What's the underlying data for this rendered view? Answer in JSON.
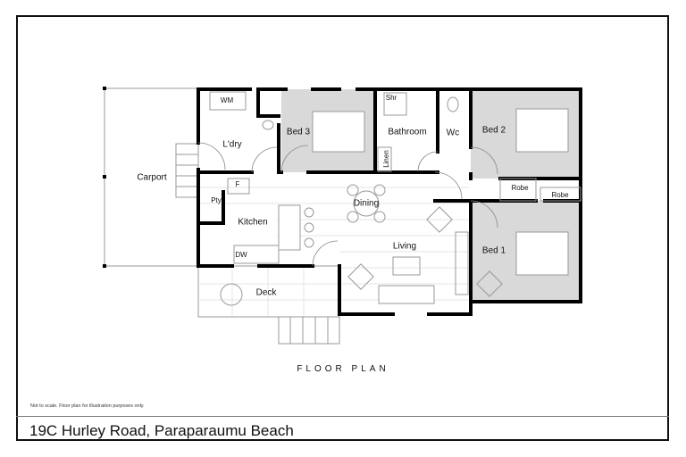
{
  "plan": {
    "caption": "FLOOR PLAN",
    "rooms": {
      "carport": "Carport",
      "wm": "WM",
      "laundry": "L'dry",
      "bed3": "Bed 3",
      "shower": "Shr",
      "bathroom": "Bathroom",
      "wc": "Wc",
      "linen": "Linen",
      "bed2": "Bed 2",
      "robe1": "Robe",
      "robe2": "Robe",
      "fridge": "F",
      "pantry": "Pty",
      "dining": "Dining",
      "kitchen": "Kitchen",
      "living": "Living",
      "bed1": "Bed 1",
      "dishwasher": "DW",
      "deck": "Deck"
    }
  },
  "footer": {
    "disclaimer": "Not to scale. Floor plan for illustration purposes only.",
    "address": "19C Hurley Road, Paraparaumu Beach"
  },
  "colors": {
    "bedroom_fill": "#d9d9d9",
    "wall": "#000000"
  }
}
